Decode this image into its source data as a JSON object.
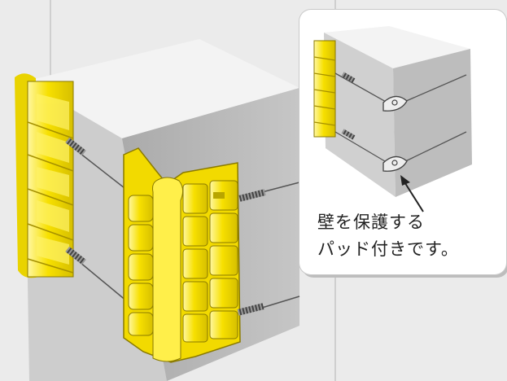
{
  "caption": {
    "line1": "壁を保護する",
    "line2": "パッド付きです。"
  },
  "colors": {
    "background": "#ebebeb",
    "gridline": "#c7c7c7",
    "pad_yellow": "#f7e000",
    "pad_shadow": "#c8b000",
    "column_top": "#f4f4f4",
    "column_left": "#c8c8c8",
    "column_right": "#b0b0b0"
  },
  "icons": [
    "corner-column",
    "corner-guard-pad",
    "spring-strap",
    "mounting-bracket",
    "callout-arrow"
  ]
}
